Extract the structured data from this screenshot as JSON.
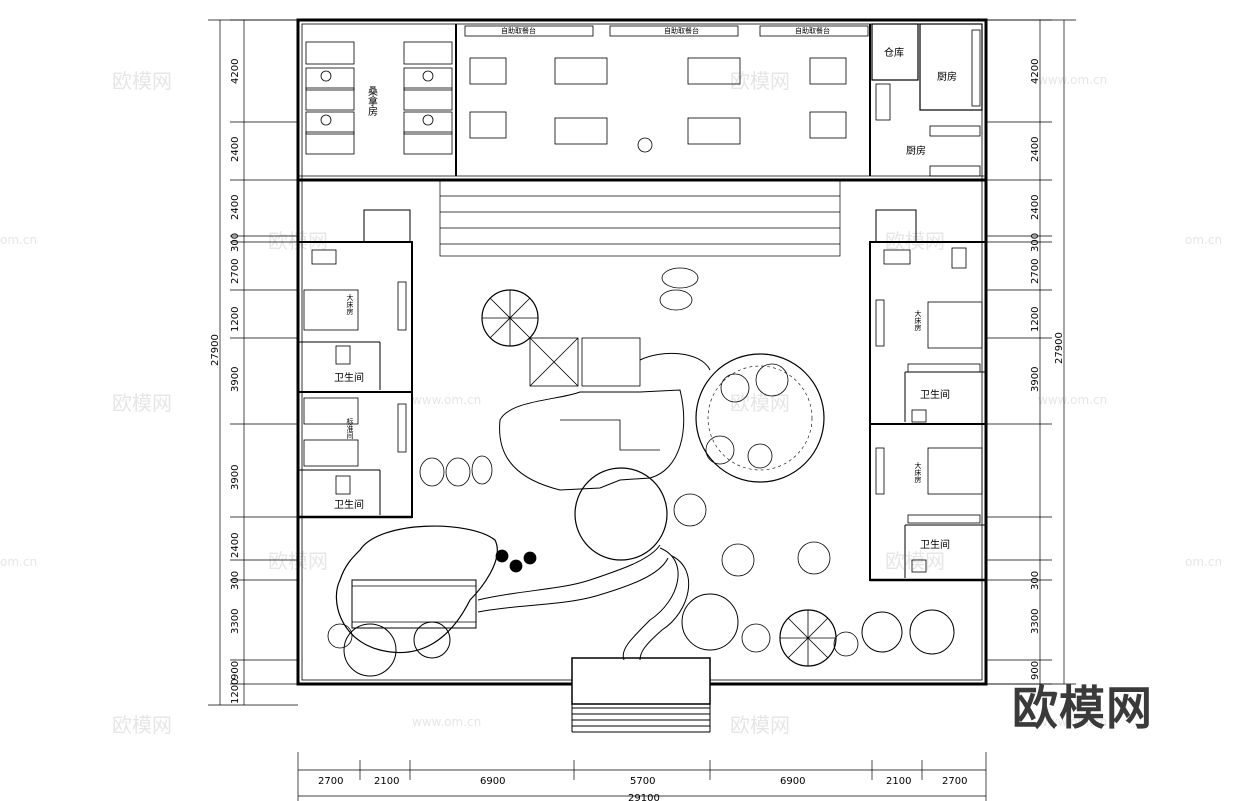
{
  "rooms": {
    "sauna": "桑拿房",
    "buffet_counter": "自助取餐台",
    "storage": "仓库",
    "kitchen": "厨房",
    "big_bed_room": "大床房",
    "standard_room": "标准间",
    "bathroom": "卫生间"
  },
  "dimensions": {
    "bottom": [
      "2700",
      "2100",
      "6900",
      "5700",
      "6900",
      "2100",
      "2700"
    ],
    "total_width": "29100",
    "left": [
      "4200",
      "2400",
      "2400",
      "300",
      "2700",
      "1200",
      "3900",
      "3900",
      "2400",
      "300",
      "3300",
      "900",
      "1200"
    ],
    "total_height": "27900",
    "right": [
      "4200",
      "2400",
      "2400",
      "300",
      "2700",
      "1200",
      "3900",
      "300",
      "3300",
      "900"
    ]
  },
  "watermark": {
    "brand": "欧模网",
    "url": "www.om.cn",
    "url_short": "om.cn"
  },
  "logo": "欧模网"
}
